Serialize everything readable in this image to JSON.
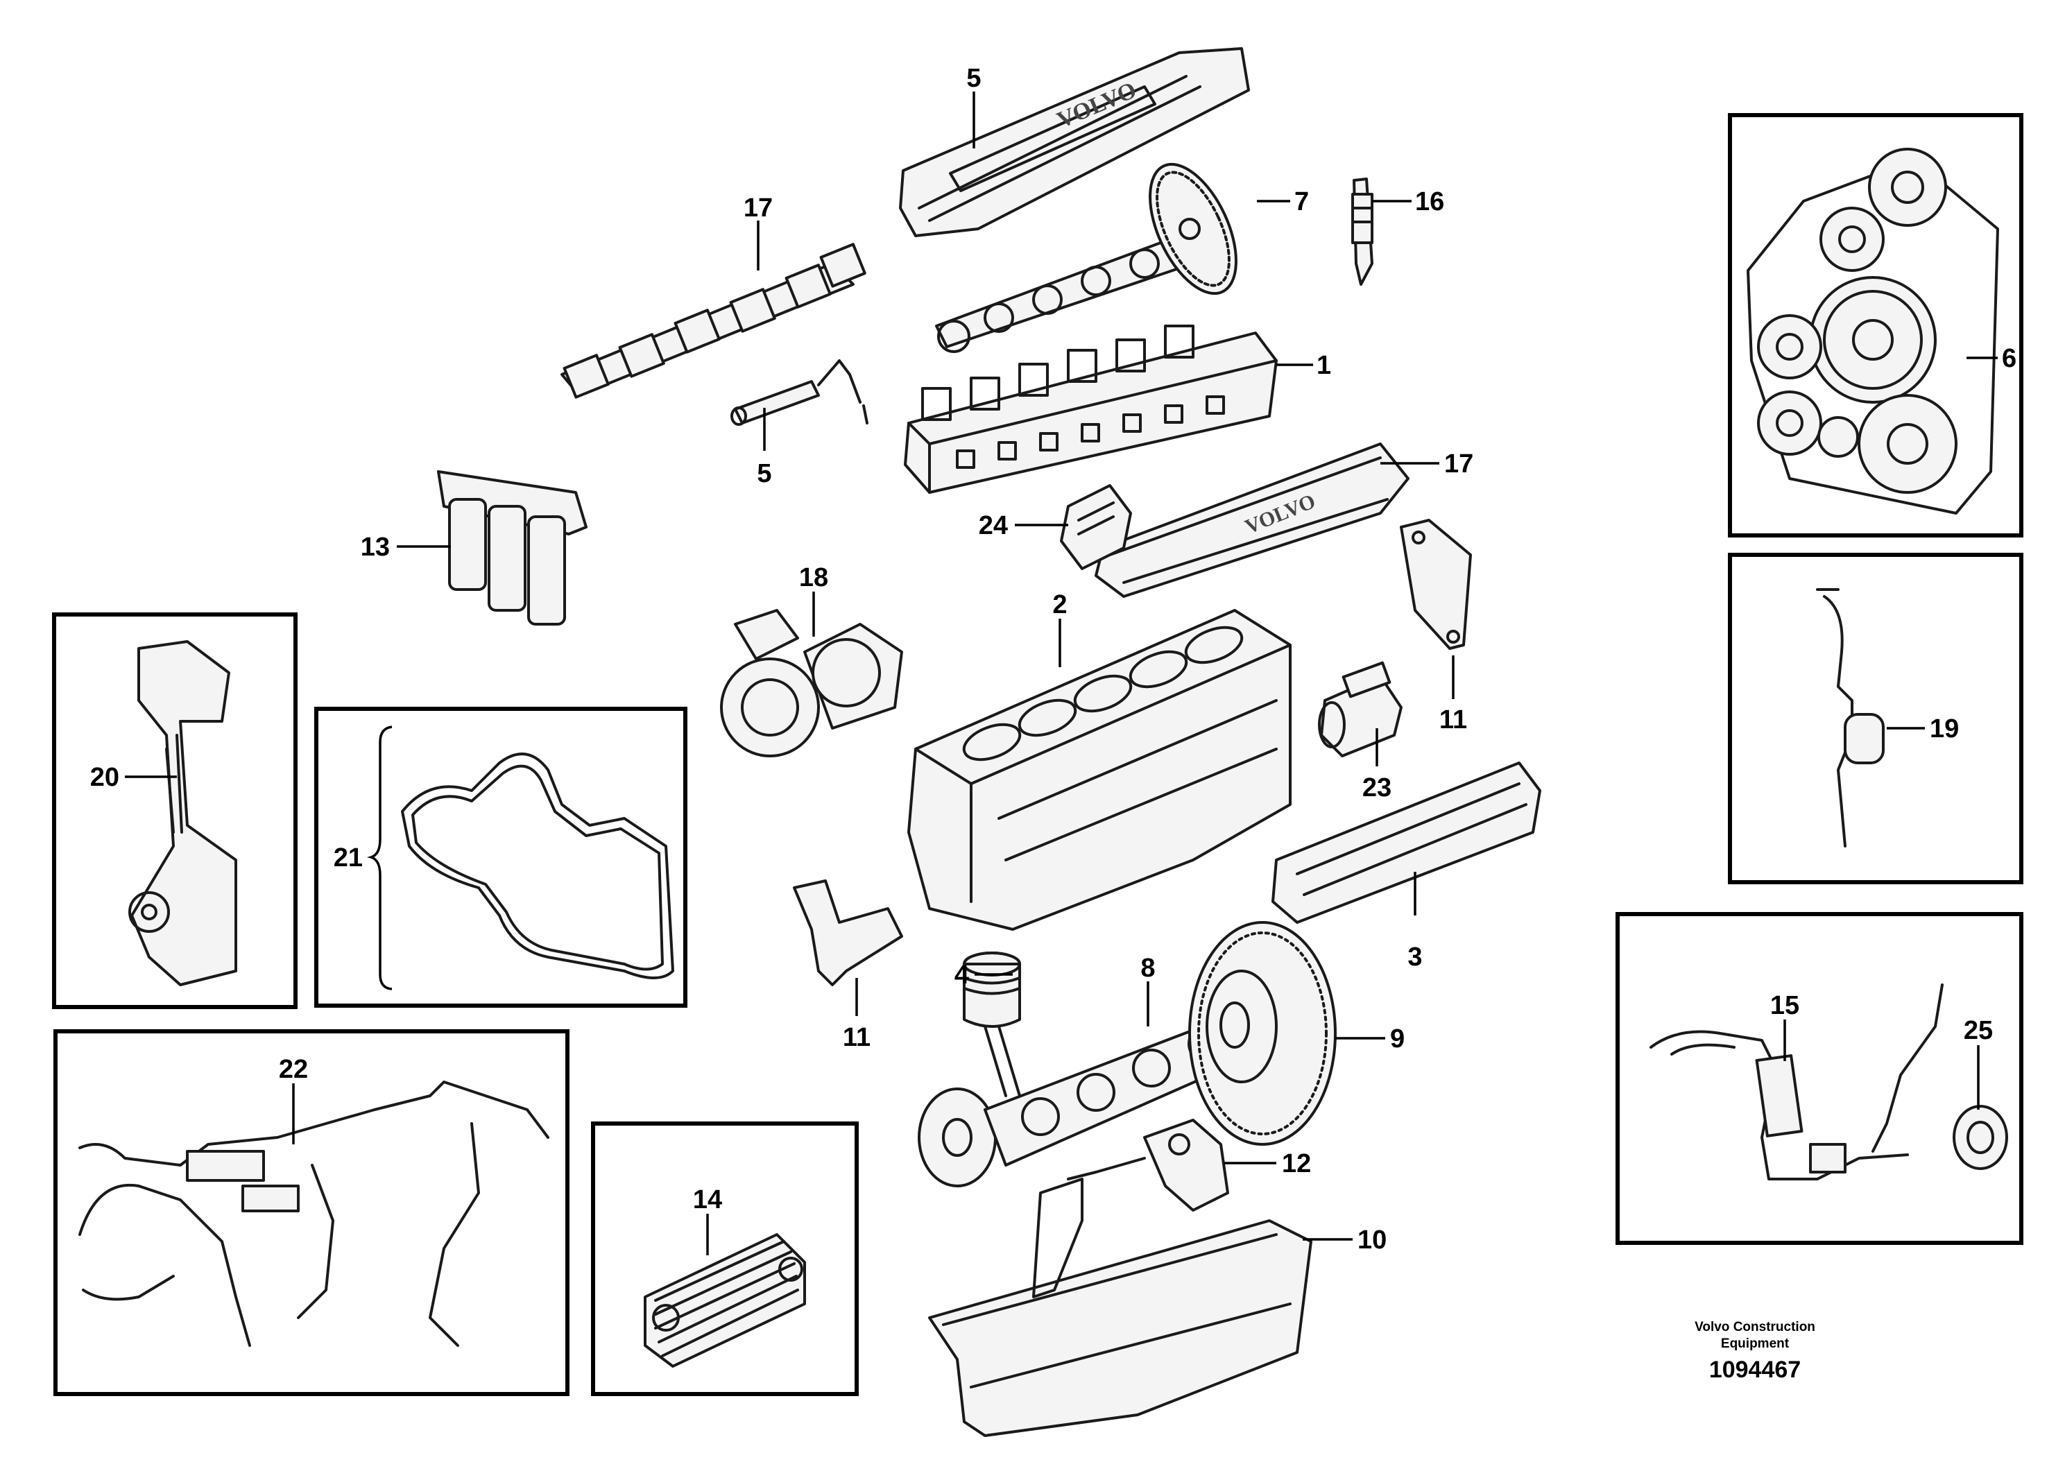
{
  "diagram": {
    "callouts": {
      "valve_cover": "5",
      "camshaft_gear": "7",
      "injector": "16",
      "exhaust_manifold_top": "17",
      "cylinder_head": "1",
      "rocker_shaft": "5",
      "timing_gears": "6",
      "intake_manifold": "17",
      "fuel_filter": "13",
      "thermostat_housing": "24",
      "turbocharger": "18",
      "cylinder_block": "2",
      "bracket_right": "11",
      "starter_motor": "23",
      "dipstick": "19",
      "water_pump_pipe": "20",
      "drive_belt": "21",
      "side_cover": "3",
      "bracket_left": "11",
      "piston": "4",
      "connecting_rod": "8",
      "flywheel": "9",
      "sensor_harness": "15",
      "sensor": "25",
      "engine_harness": "22",
      "oil_pump": "12",
      "oil_cooler": "14",
      "oil_pan": "10"
    },
    "logo_text": "VOLVO"
  },
  "footer": {
    "company_line1": "Volvo Construction",
    "company_line2": "Equipment",
    "doc_number": "1094467"
  }
}
